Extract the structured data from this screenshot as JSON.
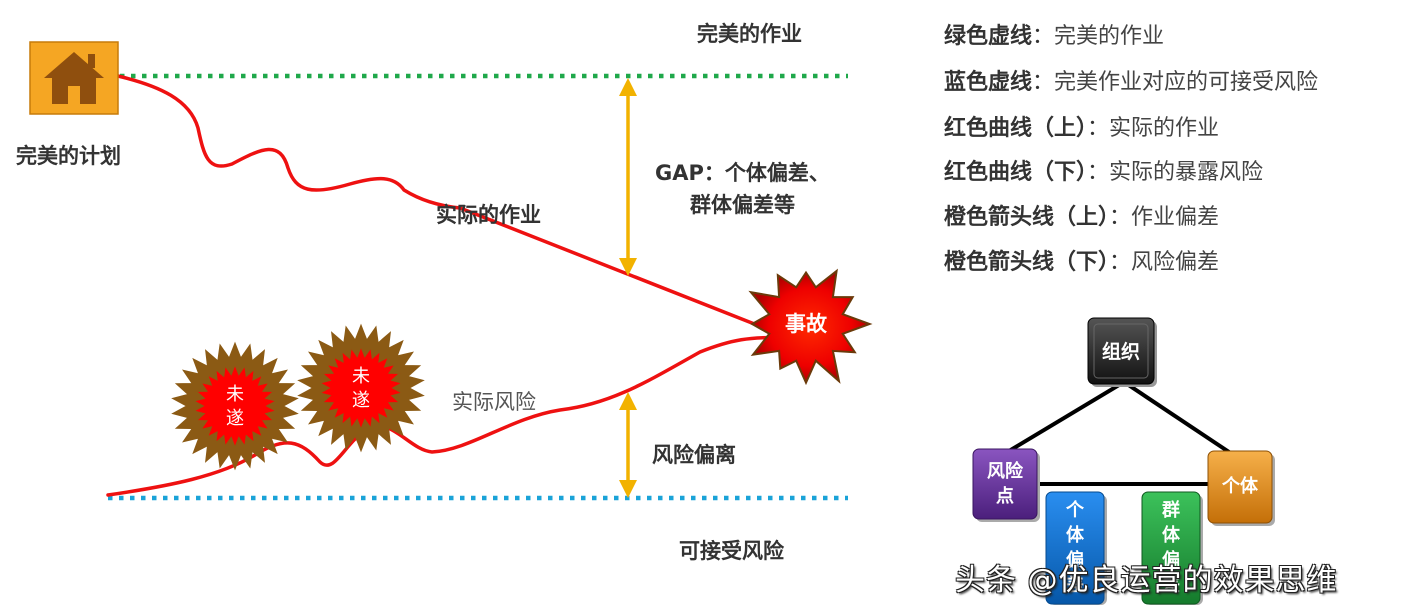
{
  "colors": {
    "green_dotted": "#1fa84a",
    "blue_dotted": "#1aa3d8",
    "red_curve": "#ee1111",
    "orange_arrow": "#f2b200",
    "house_fill": "#f5a623",
    "accident_star": "#ff0000",
    "near_miss_star": "#8b5a14",
    "box_black": "#222222",
    "box_purple": "#5e2d91",
    "box_blue": "#0a6ccc",
    "box_green": "#1f9a3c",
    "box_orange": "#e38a12"
  },
  "icons": [
    "house-icon",
    "accident-star-icon",
    "near-miss-star-icon"
  ],
  "labels": {
    "perfect_work": "完美的作业",
    "perfect_plan": "完美的计划",
    "actual_work": "实际的作业",
    "gap_line1": "GAP：个体偏差、",
    "gap_line2": "群体偏差等",
    "accident": "事故",
    "near_miss_1a": "未",
    "near_miss_1b": "遂",
    "near_miss_2a": "未",
    "near_miss_2b": "遂",
    "actual_risk": "实际风险",
    "risk_deviation": "风险偏离",
    "acceptable_risk": "可接受风险"
  },
  "legend": [
    {
      "key": "绿色虚线",
      "sep": "：",
      "value": "完美的作业"
    },
    {
      "key": "蓝色虚线",
      "sep": "：",
      "value": "完美作业对应的可接受风险"
    },
    {
      "key": "红色曲线（上）",
      "sep": "：",
      "value": "实际的作业"
    },
    {
      "key": "红色曲线（下）",
      "sep": "：",
      "value": "实际的暴露风险"
    },
    {
      "key": "橙色箭头线（上）",
      "sep": "：",
      "value": "作业偏差"
    },
    {
      "key": "橙色箭头线（下）",
      "sep": "：",
      "value": "风险偏差"
    }
  ],
  "org_chart": {
    "top": "组织",
    "left_line1": "风险",
    "left_line2": "点",
    "right": "个体",
    "blue_chars": [
      "个",
      "体",
      "偏",
      "差"
    ],
    "green_chars": [
      "群",
      "体",
      "偏",
      "差"
    ]
  },
  "watermark": "头条 @优良运营的效果思维"
}
